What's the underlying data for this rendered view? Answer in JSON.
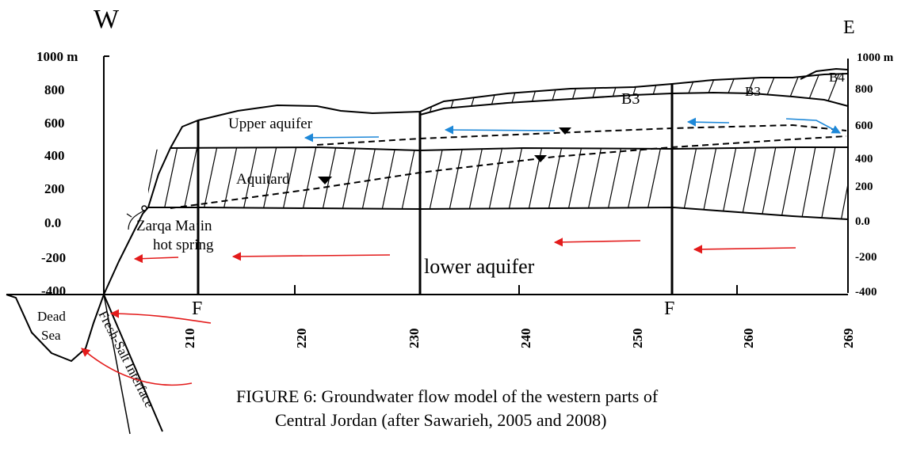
{
  "labels": {
    "west": "W",
    "east": "E",
    "left_unit": "1000  m",
    "right_unit": "1000  m",
    "upper_aquifer": "Upper  aquifer",
    "aquitard": "Aquitard",
    "lower_aquifer": "lower aquifer",
    "spring_line1": "Zarqa Ma’in",
    "spring_line2": "hot spring",
    "dead_sea_line1": "Dead",
    "dead_sea_line2": "Sea",
    "interface": "Fresh-Salt Interface",
    "fault_1": "F",
    "fault_2": "F",
    "unit_b3_a": "B3",
    "unit_b3_b": "B3",
    "unit_b4": "B4"
  },
  "left_axis_ticks": [
    "800",
    "600",
    "400",
    "200",
    "0.0",
    "-200",
    "-400"
  ],
  "right_axis_ticks": [
    "800",
    "600",
    "400",
    "200",
    "0.0",
    "-200",
    "-400"
  ],
  "distance_ticks": [
    "210",
    "220",
    "230",
    "240",
    "250",
    "260",
    "269"
  ],
  "caption": {
    "line1": "FIGURE 6:  Groundwater flow model of the western parts of",
    "line2": "Central Jordan (after Sawarieh, 2005 and 2008)"
  },
  "colors": {
    "ink": "#000000",
    "deep_flow_arrow": "#e31b1b",
    "shallow_flow_arrow": "#1e88d8"
  }
}
